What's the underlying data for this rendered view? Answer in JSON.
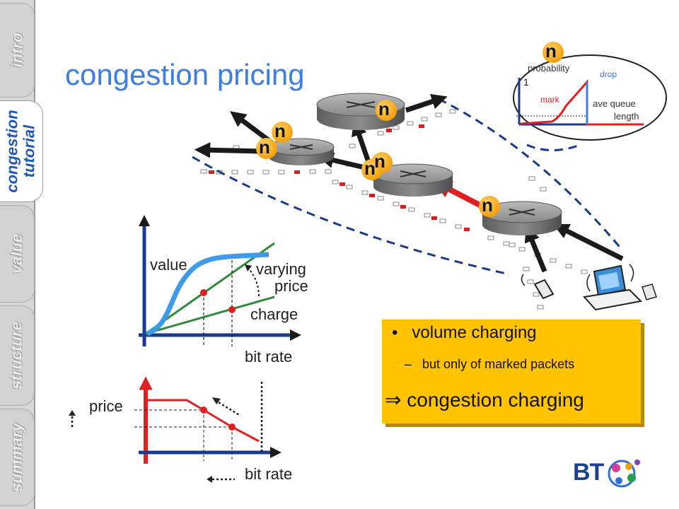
{
  "sidebar": {
    "tabs": [
      {
        "label": "intro",
        "active": false
      },
      {
        "label_line1": "congestion",
        "label_line2": "tutorial",
        "active": true
      },
      {
        "label": "value",
        "active": false
      },
      {
        "label": "structure",
        "active": false
      },
      {
        "label": "summary",
        "active": false
      }
    ]
  },
  "slide": {
    "title": "congestion pricing"
  },
  "network": {
    "node_label": "n",
    "red_inset": {
      "node_label": "n",
      "y_axis_label": "probability",
      "y_tick": "1",
      "drop_label": "drop",
      "mark_label": "mark",
      "x_axis_label_line1": "ave queue",
      "x_axis_label_line2": "length"
    }
  },
  "value_chart": {
    "ylabel": "value",
    "xlabel": "bit rate",
    "varying_label": "varying",
    "price_label": "price",
    "charge_label": "charge"
  },
  "price_chart": {
    "ylabel": "price",
    "xlabel": "bit rate"
  },
  "box": {
    "bullet": "•",
    "line1": "volume charging",
    "dash": "–",
    "line2": "but only of marked packets",
    "arrow": "⇒",
    "line3": "congestion charging"
  },
  "logo": {
    "text": "BT"
  },
  "colors": {
    "title": "#3c7de6",
    "accent": "#ffc300",
    "red": "#e02020",
    "blue": "#3f9be8",
    "green": "#2f8a3a"
  }
}
